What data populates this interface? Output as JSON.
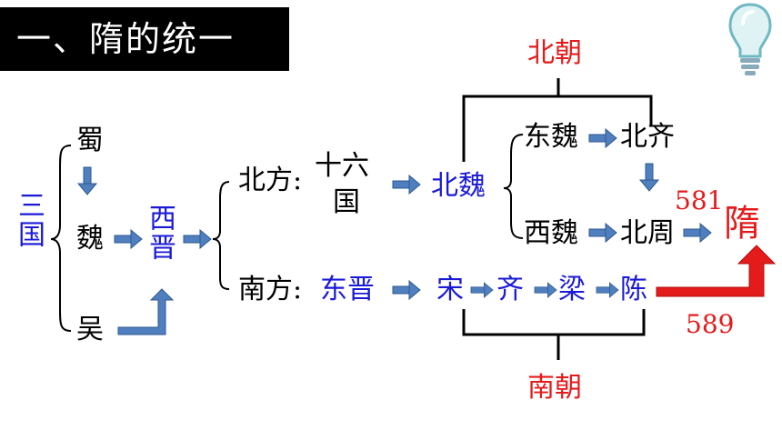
{
  "title": "一、隋的统一",
  "colors": {
    "arrow_blue": "#4f7fbf",
    "red": "#e31b1b",
    "blue": "#1a1ad6"
  },
  "icons": {
    "top_right": "lightbulb-icon"
  },
  "nodes": {
    "sanguo": "三国",
    "shu": "蜀",
    "wei": "魏",
    "wu": "吴",
    "xijin": "西晋",
    "north": "北方:",
    "shiliu": "十六",
    "guo": "国",
    "beiwei": "北魏",
    "dongwei": "东魏",
    "beiqi": "北齐",
    "xiwei": "西魏",
    "beizhou": "北周",
    "south": "南方:",
    "dongjin": "东晋",
    "song": "宋",
    "qi": "齐",
    "liang": "梁",
    "chen": "陈",
    "sui": "隋"
  },
  "labels": {
    "beichao": "北朝",
    "nanchao": "南朝",
    "year_581": "581",
    "year_589": "589"
  }
}
